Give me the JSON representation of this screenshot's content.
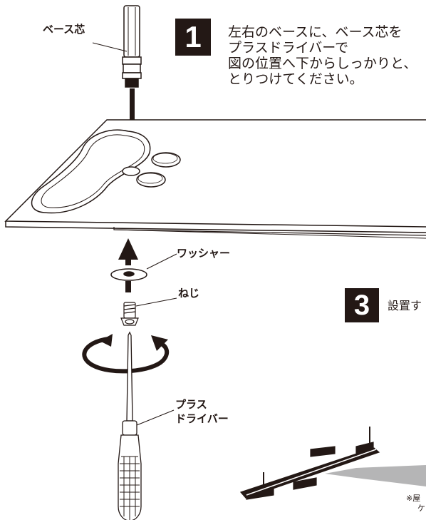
{
  "labels": {
    "base_core": "ベース芯",
    "washer": "ワッシャー",
    "screw": "ねじ",
    "screwdriver_line1": "プラス",
    "screwdriver_line2": "ドライバー"
  },
  "step1": {
    "number": "1",
    "lines": [
      "左右のベースに、ベース芯を",
      "プラスドライバーで",
      "図の位置へ下からしっかりと、",
      "とりつけてください。"
    ]
  },
  "step3": {
    "number": "3",
    "text": "設置す"
  },
  "note": {
    "line1": "※屋",
    "line2": "ケ"
  },
  "colors": {
    "ink": "#231815",
    "arrow_gray": "#b5b5b6",
    "background": "#ffffff"
  }
}
